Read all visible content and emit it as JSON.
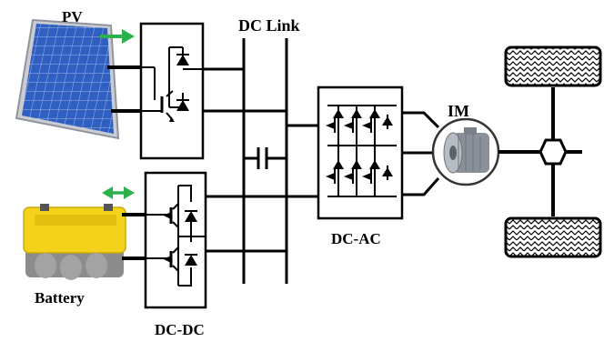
{
  "labels": {
    "pv": "PV",
    "dc_link": "DC Link",
    "im": "IM",
    "dc_ac": "DC-AC",
    "battery": "Battery",
    "dc_dc": "DC-DC"
  },
  "colors": {
    "arrow": "#2bb24c",
    "line": "#000000",
    "panel_cell": "#2f5fc0",
    "panel_frame": "#c9ccd2",
    "battery_body": "#f2d21b",
    "battery_base": "#8c8c8c",
    "motor_body": "#8a9099",
    "tire_fill": "#ffffff"
  },
  "icons": {
    "pv_panel": "solar-panel-icon",
    "battery": "battery-icon",
    "motor": "induction-motor-icon",
    "wheel": "tire-icon",
    "capacitor": "capacitor-icon",
    "transistor": "igbt-icon",
    "flow_arrow": "arrow-right-icon",
    "bidirectional_arrow": "double-arrow-icon"
  }
}
